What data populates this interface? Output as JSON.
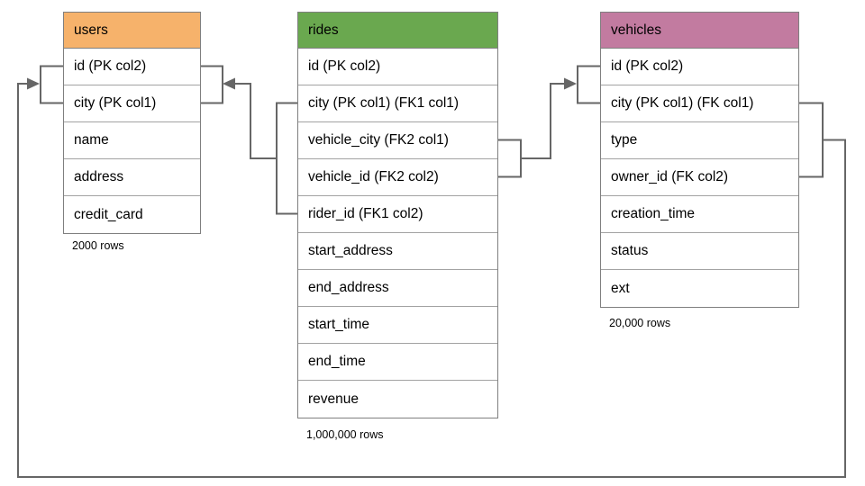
{
  "tables": [
    {
      "name": "users",
      "header_color": "#f6b26b",
      "columns": [
        "id (PK col2)",
        "city (PK col1)",
        "name",
        "address",
        "credit_card"
      ],
      "row_count_label": "2000 rows"
    },
    {
      "name": "rides",
      "header_color": "#6aa84f",
      "columns": [
        "id (PK col2)",
        "city (PK col1) (FK1 col1)",
        "vehicle_city (FK2 col1)",
        "vehicle_id (FK2 col2)",
        "rider_id (FK1 col2)",
        "start_address",
        "end_address",
        "start_time",
        "end_time",
        "revenue"
      ],
      "row_count_label": "1,000,000 rows"
    },
    {
      "name": "vehicles",
      "header_color": "#c27ba0",
      "columns": [
        "id (PK col2)",
        "city (PK col1) (FK col1)",
        "type",
        "owner_id (FK col2)",
        "creation_time",
        "status",
        "ext"
      ],
      "row_count_label": "20,000 rows"
    }
  ],
  "relationships": [
    {
      "key": "FK1",
      "from_table": "rides",
      "from_columns": "city, rider_id",
      "to_table": "users",
      "to_columns": "id, city"
    },
    {
      "key": "FK2",
      "from_table": "rides",
      "from_columns": "vehicle_city, vehicle_id",
      "to_table": "vehicles",
      "to_columns": "id, city"
    },
    {
      "key": "FK",
      "from_table": "vehicles",
      "from_columns": "city, owner_id",
      "to_table": "users",
      "to_columns": "id, city"
    }
  ],
  "colors": {
    "connector_line": "#666666",
    "table_border": "#7f7f7f",
    "row_divider": "#a2a2a2",
    "background": "#ffffff"
  }
}
